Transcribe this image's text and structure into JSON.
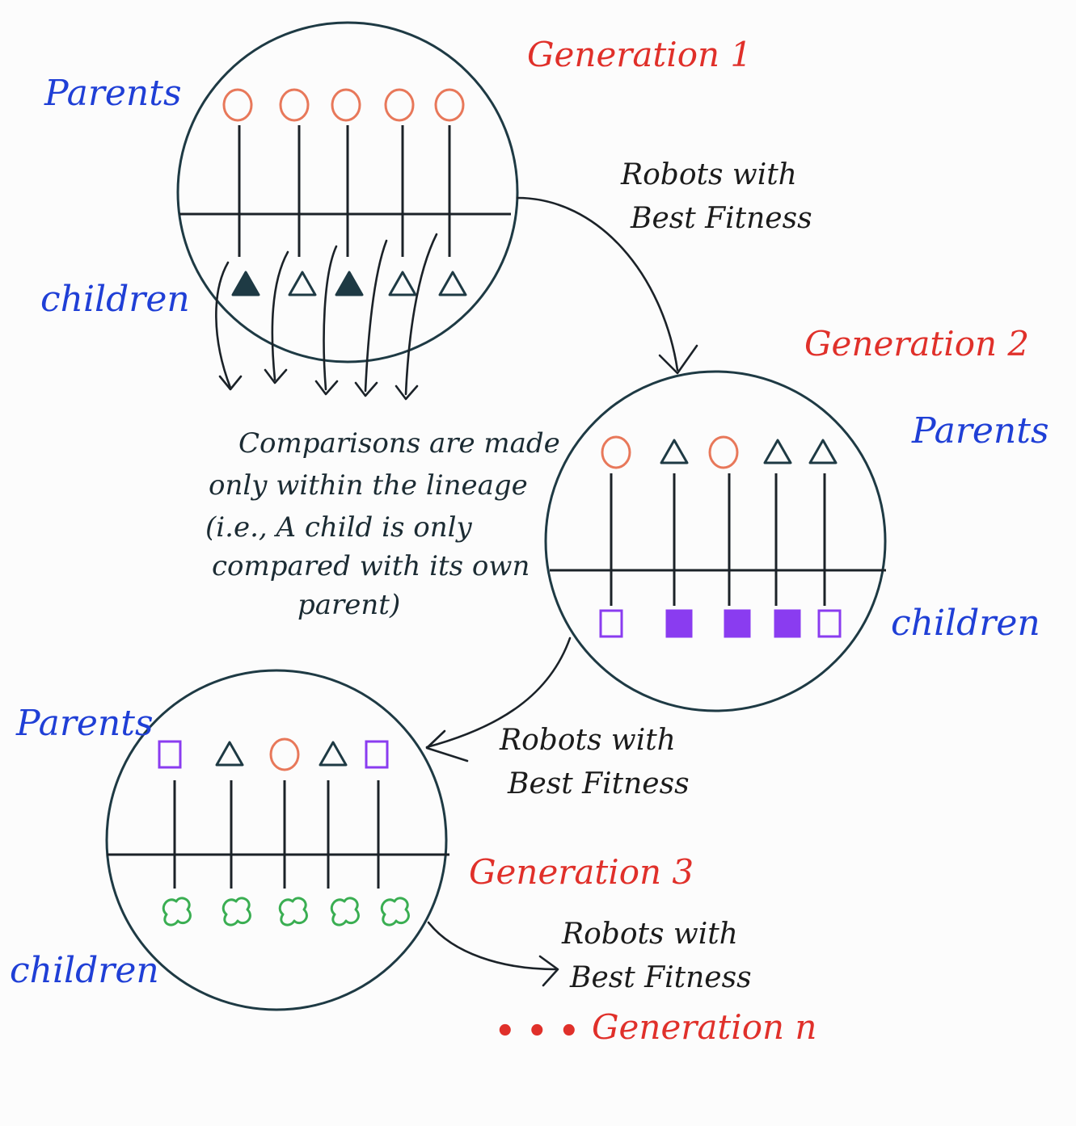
{
  "colors": {
    "parents_label": "#1f3fd6",
    "children_label": "#1f3fd6",
    "generation_label": "#e0302a",
    "orange_circle": "#e8785a",
    "triangle_outline": "#1e3a44",
    "triangle_filled": "#1e3a44",
    "purple_square": "#8a3cf0",
    "green_blob": "#3aae52",
    "ellipsis_dots": "#e0302a"
  },
  "generation_1": {
    "title": "Generation 1",
    "parents_label": "Parents",
    "children_label": "children",
    "parents": [
      "orange-circle",
      "orange-circle",
      "orange-circle",
      "orange-circle",
      "orange-circle"
    ],
    "children": [
      "filled-triangle",
      "outline-triangle",
      "filled-triangle",
      "outline-triangle",
      "outline-triangle"
    ]
  },
  "generation_2": {
    "title": "Generation 2",
    "parents_label": "Parents",
    "children_label": "children",
    "parents": [
      "orange-circle",
      "outline-triangle",
      "orange-circle",
      "outline-triangle",
      "outline-triangle"
    ],
    "children": [
      "outline-square",
      "filled-square",
      "filled-square",
      "filled-square",
      "outline-square"
    ]
  },
  "generation_3": {
    "title": "Generation 3",
    "parents_label": "Parents",
    "children_label": "children",
    "parents": [
      "outline-square",
      "outline-triangle",
      "orange-circle",
      "outline-triangle",
      "outline-square"
    ],
    "children": [
      "green-blob",
      "green-blob",
      "green-blob",
      "green-blob",
      "green-blob"
    ]
  },
  "transition_label_line1": "Robots with",
  "transition_label_line2": "Best Fitness",
  "comparison_note": [
    "Comparisons are made",
    "only within the lineage",
    "(i.e., A child is only",
    "compared with its own",
    "parent)"
  ],
  "final": {
    "ellipsis": "• • •",
    "label": "Generation n"
  }
}
